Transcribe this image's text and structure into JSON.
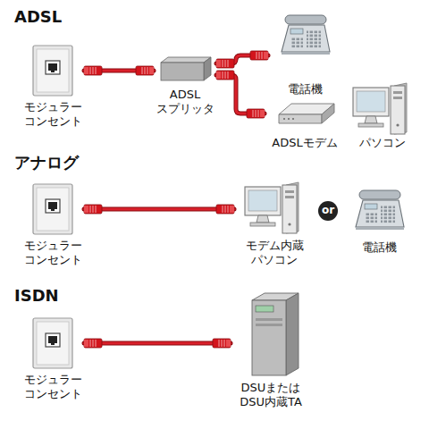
{
  "diagram": {
    "nodes": [
      {
        "text": [
          "モジュラー コンセント"
        ]
      },
      {
        "text": [
          "ADSL スプリッタ"
        ]
      },
      {
        "text": [
          "電話機"
        ]
      },
      {
        "text": [
          "ADSLモデム"
        ]
      },
      {
        "text": [
          "パソコン"
        ]
      },
      {
        "text": [
          "モジュラー コンセント"
        ]
      },
      {
        "text": [
          "モデム内蔵 パソコン"
        ]
      },
      {
        "text": [
          "電話機"
        ]
      },
      {
        "text": [
          "モジュラー コンセント"
        ]
      },
      {
        "text": [
          "DSUまたは DSU内蔵TA"
        ]
      }
    ],
    "edges": [
      {
        "from": 0,
        "to": 1,
        "arrow": "none"
      },
      {
        "from": 1,
        "to": 2,
        "arrow": "none"
      },
      {
        "from": 1,
        "to": 3,
        "arrow": "none"
      },
      {
        "from": 5,
        "to": 6,
        "arrow": "none"
      },
      {
        "from": 8,
        "to": 9,
        "arrow": "none"
      }
    ],
    "labels": [
      "ADSL",
      "アナログ",
      "or",
      "ISDN"
    ]
  }
}
